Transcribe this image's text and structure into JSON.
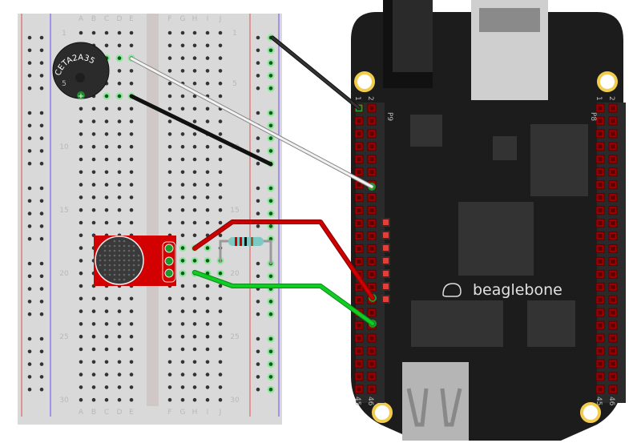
{
  "breadboard": {
    "column_letters": [
      "A",
      "B",
      "C",
      "D",
      "E",
      "F",
      "G",
      "H",
      "I",
      "J"
    ],
    "row_numbers": [
      "1",
      "5",
      "10",
      "15",
      "20",
      "25",
      "30"
    ]
  },
  "buzzer": {
    "label": "CETA2A35",
    "polarity": "+"
  },
  "board": {
    "brand": "beaglebone",
    "header_p9": "P9",
    "header_p8": "P8",
    "pin_labels_top": [
      "1",
      "2"
    ],
    "pin_labels_bottom": [
      "45",
      "46"
    ]
  },
  "colors": {
    "wire_red": "#cc0000",
    "wire_green": "#11bb22",
    "wire_black": "#222222",
    "wire_white": "#f2f2f2",
    "board": "#1c1c1c",
    "header_pin": "#a00000",
    "mic_board": "#d20000"
  }
}
